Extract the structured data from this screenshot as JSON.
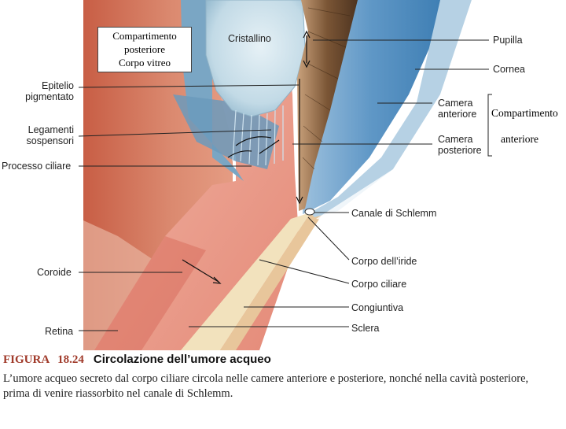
{
  "figure": {
    "labels": {
      "cristallino": "Cristallino",
      "pupilla": "Pupilla",
      "cornea": "Cornea",
      "epitelio_line1": "Epitelio",
      "epitelio_line2": "pigmentato",
      "legamenti_line1": "Legamenti",
      "legamenti_line2": "sospensori",
      "processo_ciliare": "Processo ciliare",
      "camera_anteriore_line1": "Camera",
      "camera_anteriore_line2": "anteriore",
      "camera_posteriore_line1": "Camera",
      "camera_posteriore_line2": "posteriore",
      "compartimento_line1": "Compartimento",
      "compartimento_line2": "anteriore",
      "canale_schlemm": "Canale di Schlemm",
      "corpo_iride": "Corpo dell’iride",
      "corpo_ciliare": "Corpo ciliare",
      "coroide": "Coroide",
      "congiuntiva": "Congiuntiva",
      "retina": "Retina",
      "sclera": "Sclera"
    },
    "overlay_box": {
      "line1": "Compartimento",
      "line2": "posteriore",
      "line3": "Corpo vitreo"
    },
    "caption": {
      "figura": "FIGURA",
      "number": "18.24",
      "title": "Circolazione dell’umore acqueo",
      "text": "L’umore acqueo secreto dal corpo ciliare circola nelle camere anteriore e posteriore, nonché nella cavità posteriore, prima di venire riassorbito nel canale di Schlemm."
    }
  },
  "colors": {
    "page_bg": "#ffffff",
    "vitreous": "#d9826b",
    "lens": "#c6dde8",
    "zonules": "#6f9fc0",
    "aqueous": "#6a9fcb",
    "cornea": "#a7c6dd",
    "iris": "#6b4a2c",
    "ciliary": "#e79a8a",
    "sclera": "#f0dfb8",
    "leader": "#222222"
  }
}
